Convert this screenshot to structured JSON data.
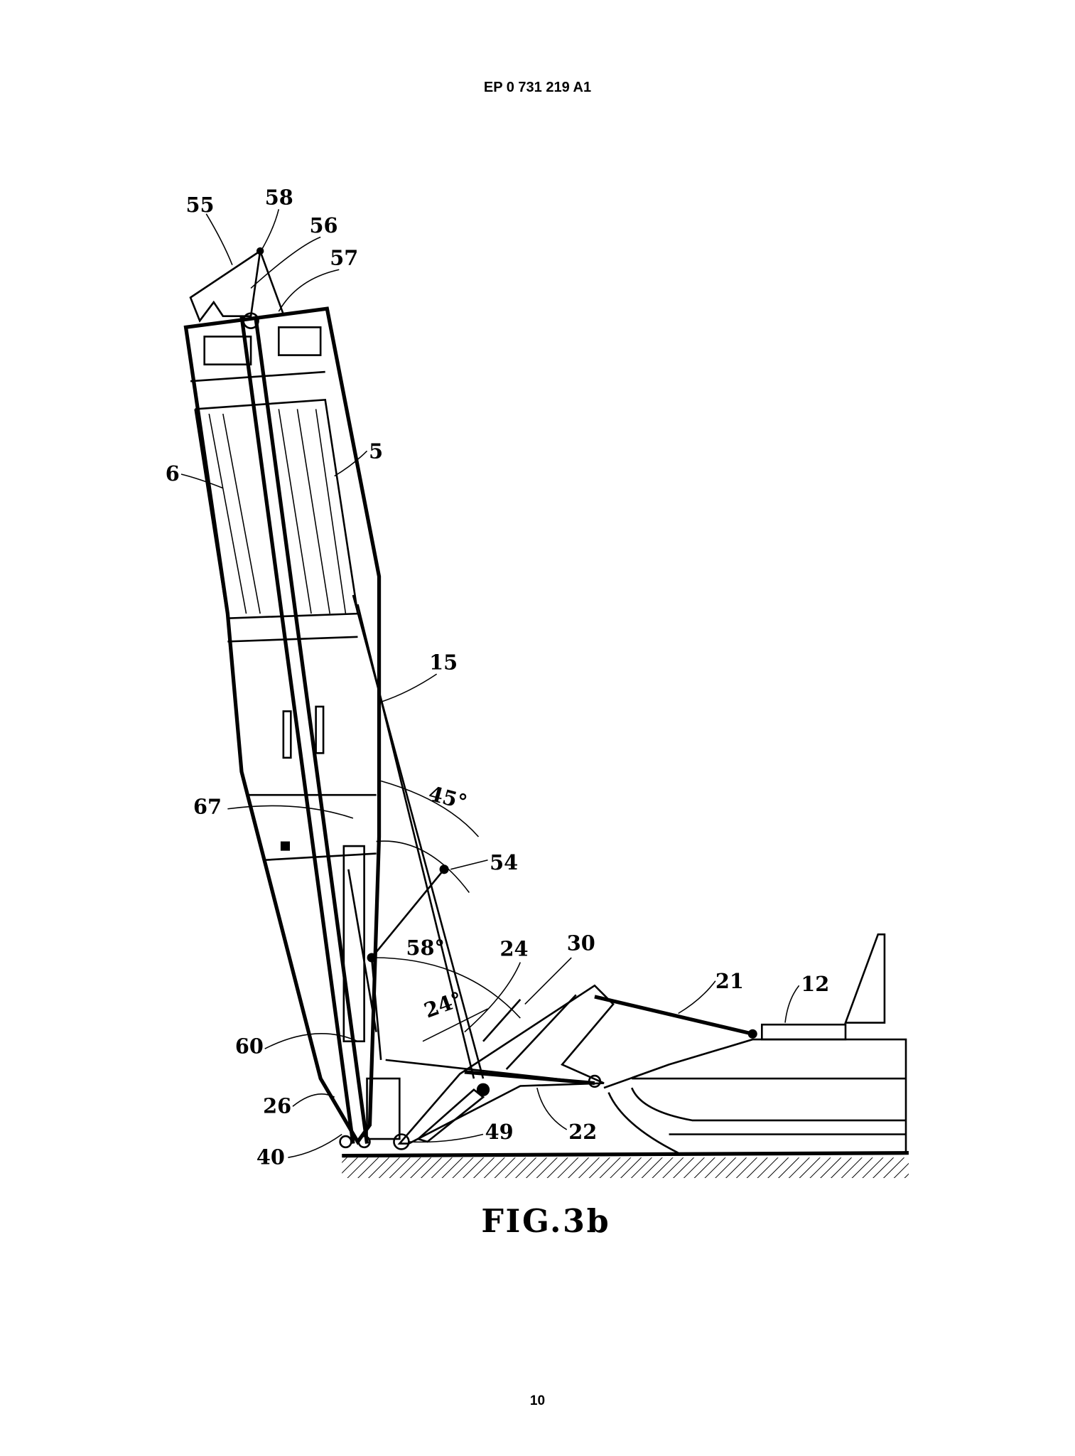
{
  "header": {
    "publication_number": "EP 0 731 219 A1"
  },
  "figure": {
    "caption": "FIG.3b",
    "reference_labels": [
      "55",
      "58",
      "56",
      "57",
      "6",
      "5",
      "15",
      "67",
      "45°",
      "54",
      "58°",
      "24",
      "30",
      "24°",
      "21",
      "12",
      "60",
      "26",
      "40",
      "49",
      "22"
    ]
  },
  "footer": {
    "page_number": "10"
  }
}
